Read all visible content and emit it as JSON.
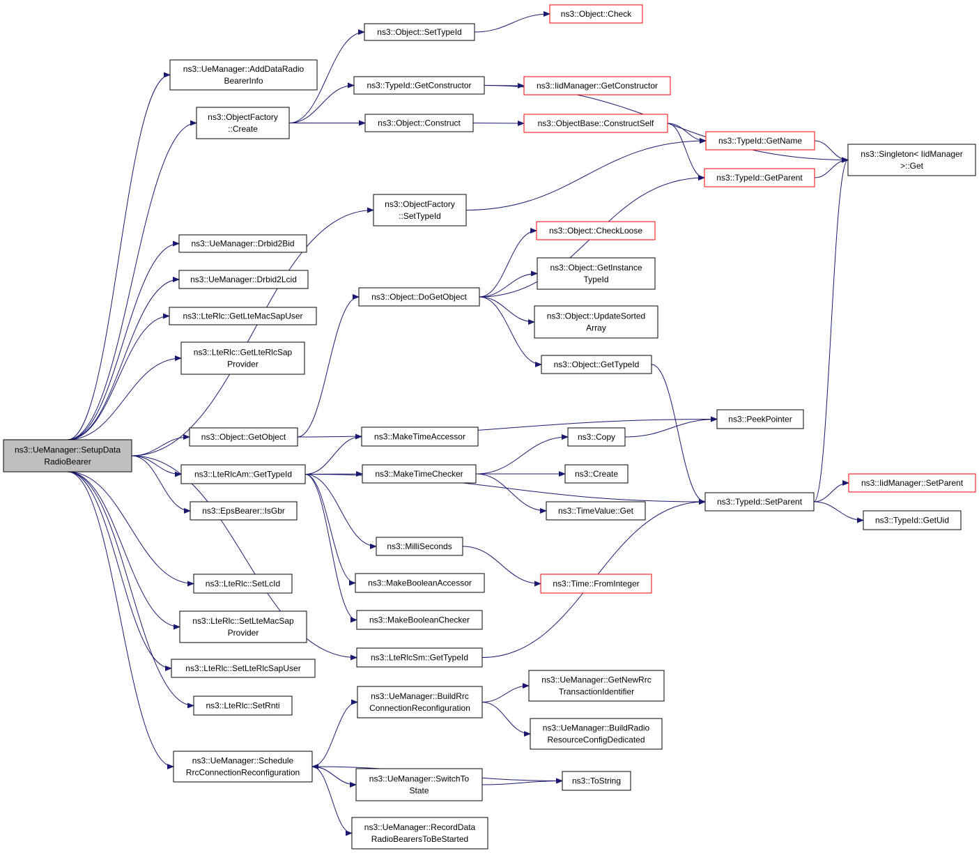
{
  "colors": {
    "edge": "#191970",
    "node_border": "#000000",
    "truncated_border": "#ff0000",
    "root_fill": "#bfbfbf",
    "node_fill": "#ffffff"
  },
  "nodes": {
    "root": {
      "lines": [
        "ns3::UeManager::SetupData",
        "RadioBearer"
      ],
      "style": "root"
    },
    "n1": {
      "lines": [
        "ns3::UeManager::AddDataRadio",
        "BearerInfo"
      ],
      "style": "normal"
    },
    "n2": {
      "lines": [
        "ns3::ObjectFactory",
        "::Create"
      ],
      "style": "normal"
    },
    "n3": {
      "lines": [
        "ns3::Object::SetTypeId"
      ],
      "style": "normal"
    },
    "n4": {
      "lines": [
        "ns3::Object::Check"
      ],
      "style": "truncated"
    },
    "n5": {
      "lines": [
        "ns3::TypeId::GetConstructor"
      ],
      "style": "normal"
    },
    "n6": {
      "lines": [
        "ns3::IidManager::GetConstructor"
      ],
      "style": "truncated"
    },
    "n7": {
      "lines": [
        "ns3::Singleton< IidManager",
        ">::Get"
      ],
      "style": "normal"
    },
    "n8": {
      "lines": [
        "ns3::Object::Construct"
      ],
      "style": "normal"
    },
    "n9": {
      "lines": [
        "ns3::ObjectBase::ConstructSelf"
      ],
      "style": "truncated"
    },
    "n10": {
      "lines": [
        "ns3::TypeId::GetName"
      ],
      "style": "truncated"
    },
    "n11": {
      "lines": [
        "ns3::TypeId::GetParent"
      ],
      "style": "truncated"
    },
    "n12": {
      "lines": [
        "ns3::UeManager::Drbid2Bid"
      ],
      "style": "normal"
    },
    "n13": {
      "lines": [
        "ns3::UeManager::Drbid2Lcid"
      ],
      "style": "normal"
    },
    "n14": {
      "lines": [
        "ns3::LteRlc::GetLteMacSapUser"
      ],
      "style": "normal"
    },
    "n15": {
      "lines": [
        "ns3::LteRlc::GetLteRlcSap",
        "Provider"
      ],
      "style": "normal"
    },
    "n16": {
      "lines": [
        "ns3::Object::GetObject"
      ],
      "style": "normal"
    },
    "n17": {
      "lines": [
        "ns3::Object::DoGetObject"
      ],
      "style": "normal"
    },
    "n18": {
      "lines": [
        "ns3::Object::CheckLoose"
      ],
      "style": "truncated"
    },
    "n19": {
      "lines": [
        "ns3::Object::GetInstance",
        "TypeId"
      ],
      "style": "normal"
    },
    "n20": {
      "lines": [
        "ns3::Object::UpdateSorted",
        "Array"
      ],
      "style": "normal"
    },
    "n21": {
      "lines": [
        "ns3::Object::GetTypeId"
      ],
      "style": "normal"
    },
    "n22": {
      "lines": [
        "ns3::TypeId::SetParent"
      ],
      "style": "normal"
    },
    "n23": {
      "lines": [
        "ns3::IidManager::SetParent"
      ],
      "style": "truncated"
    },
    "n24": {
      "lines": [
        "ns3::TypeId::GetUid"
      ],
      "style": "normal"
    },
    "n25": {
      "lines": [
        "ns3::PeekPointer"
      ],
      "style": "normal"
    },
    "n26": {
      "lines": [
        "ns3::ObjectFactory",
        "::SetTypeId"
      ],
      "style": "normal"
    },
    "n27": {
      "lines": [
        "ns3::LteRlcAm::GetTypeId"
      ],
      "style": "normal"
    },
    "n28": {
      "lines": [
        "ns3::MakeTimeAccessor"
      ],
      "style": "normal"
    },
    "n29": {
      "lines": [
        "ns3::MakeTimeChecker"
      ],
      "style": "normal"
    },
    "n30": {
      "lines": [
        "ns3::Copy"
      ],
      "style": "normal"
    },
    "n31": {
      "lines": [
        "ns3::Create"
      ],
      "style": "normal"
    },
    "n32": {
      "lines": [
        "ns3::TimeValue::Get"
      ],
      "style": "normal"
    },
    "n33": {
      "lines": [
        "ns3::MilliSeconds"
      ],
      "style": "normal"
    },
    "n34": {
      "lines": [
        "ns3::Time::FromInteger"
      ],
      "style": "truncated"
    },
    "n35": {
      "lines": [
        "ns3::MakeBooleanAccessor"
      ],
      "style": "normal"
    },
    "n36": {
      "lines": [
        "ns3::MakeBooleanChecker"
      ],
      "style": "normal"
    },
    "n37": {
      "lines": [
        "ns3::EpsBearer::IsGbr"
      ],
      "style": "normal"
    },
    "n38": {
      "lines": [
        "ns3::LteRlcSm::GetTypeId"
      ],
      "style": "normal"
    },
    "n39": {
      "lines": [
        "ns3::LteRlc::SetLcId"
      ],
      "style": "normal"
    },
    "n40": {
      "lines": [
        "ns3::LteRlc::SetLteMacSap",
        "Provider"
      ],
      "style": "normal"
    },
    "n41": {
      "lines": [
        "ns3::LteRlc::SetLteRlcSapUser"
      ],
      "style": "normal"
    },
    "n42": {
      "lines": [
        "ns3::LteRlc::SetRnti"
      ],
      "style": "normal"
    },
    "n43": {
      "lines": [
        "ns3::UeManager::Schedule",
        "RrcConnectionReconfiguration"
      ],
      "style": "normal"
    },
    "n44": {
      "lines": [
        "ns3::UeManager::BuildRrc",
        "ConnectionReconfiguration"
      ],
      "style": "normal"
    },
    "n45": {
      "lines": [
        "ns3::UeManager::GetNewRrc",
        "TransactionIdentifier"
      ],
      "style": "normal"
    },
    "n46": {
      "lines": [
        "ns3::UeManager::BuildRadio",
        "ResourceConfigDedicated"
      ],
      "style": "normal"
    },
    "n47": {
      "lines": [
        "ns3::UeManager::SwitchTo",
        "State"
      ],
      "style": "normal"
    },
    "n48": {
      "lines": [
        "ns3::ToString"
      ],
      "style": "normal"
    },
    "n49": {
      "lines": [
        "ns3::UeManager::RecordData",
        "RadioBearersToBeStarted"
      ],
      "style": "normal"
    }
  },
  "edges": [
    [
      "root",
      "n1"
    ],
    [
      "root",
      "n2"
    ],
    [
      "root",
      "n12"
    ],
    [
      "root",
      "n13"
    ],
    [
      "root",
      "n14"
    ],
    [
      "root",
      "n15"
    ],
    [
      "root",
      "n26"
    ],
    [
      "root",
      "n16"
    ],
    [
      "root",
      "n27"
    ],
    [
      "root",
      "n37"
    ],
    [
      "root",
      "n38"
    ],
    [
      "root",
      "n39"
    ],
    [
      "root",
      "n40"
    ],
    [
      "root",
      "n41"
    ],
    [
      "root",
      "n42"
    ],
    [
      "root",
      "n43"
    ],
    [
      "n2",
      "n3"
    ],
    [
      "n2",
      "n5"
    ],
    [
      "n2",
      "n8"
    ],
    [
      "n3",
      "n4"
    ],
    [
      "n5",
      "n6"
    ],
    [
      "n5",
      "n7"
    ],
    [
      "n8",
      "n9"
    ],
    [
      "n9",
      "n10"
    ],
    [
      "n9",
      "n11"
    ],
    [
      "n10",
      "n7"
    ],
    [
      "n11",
      "n7"
    ],
    [
      "n26",
      "n10"
    ],
    [
      "n16",
      "n17"
    ],
    [
      "n16",
      "n25"
    ],
    [
      "n17",
      "n11"
    ],
    [
      "n17",
      "n18"
    ],
    [
      "n17",
      "n19"
    ],
    [
      "n17",
      "n20"
    ],
    [
      "n17",
      "n21"
    ],
    [
      "n21",
      "n22"
    ],
    [
      "n22",
      "n7"
    ],
    [
      "n22",
      "n23"
    ],
    [
      "n22",
      "n24"
    ],
    [
      "n27",
      "n28"
    ],
    [
      "n27",
      "n29"
    ],
    [
      "n27",
      "n22"
    ],
    [
      "n27",
      "n33"
    ],
    [
      "n27",
      "n35"
    ],
    [
      "n27",
      "n36"
    ],
    [
      "n29",
      "n30"
    ],
    [
      "n29",
      "n31"
    ],
    [
      "n29",
      "n32"
    ],
    [
      "n30",
      "n25"
    ],
    [
      "n33",
      "n34"
    ],
    [
      "n38",
      "n22"
    ],
    [
      "n43",
      "n44"
    ],
    [
      "n43",
      "n47"
    ],
    [
      "n43",
      "n48"
    ],
    [
      "n43",
      "n49"
    ],
    [
      "n44",
      "n45"
    ],
    [
      "n44",
      "n46"
    ],
    [
      "n47",
      "n43"
    ],
    [
      "n47",
      "n48"
    ]
  ]
}
